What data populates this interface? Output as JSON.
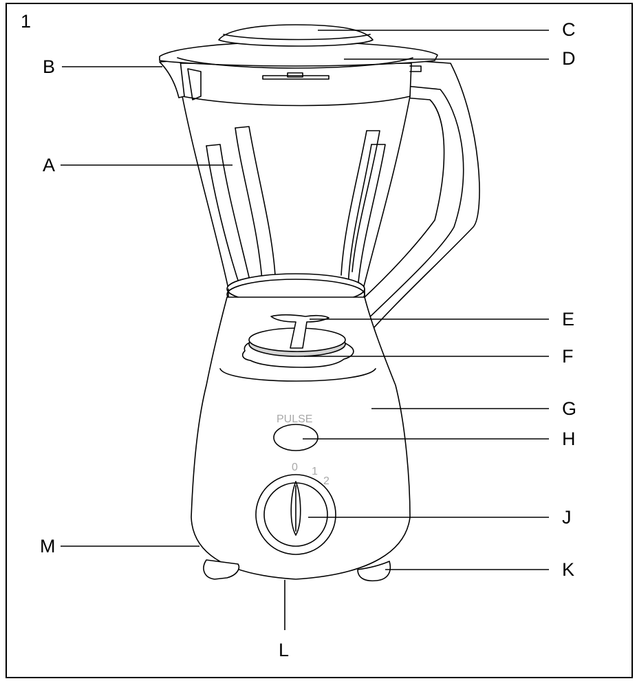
{
  "figure": {
    "number": "1"
  },
  "labels": {
    "A": "A",
    "B": "B",
    "C": "C",
    "D": "D",
    "E": "E",
    "F": "F",
    "G": "G",
    "H": "H",
    "J": "J",
    "K": "K",
    "L": "L",
    "M": "M"
  },
  "controls": {
    "pulse": "PULSE",
    "speed_0": "0",
    "speed_1": "1",
    "speed_2": "2"
  }
}
